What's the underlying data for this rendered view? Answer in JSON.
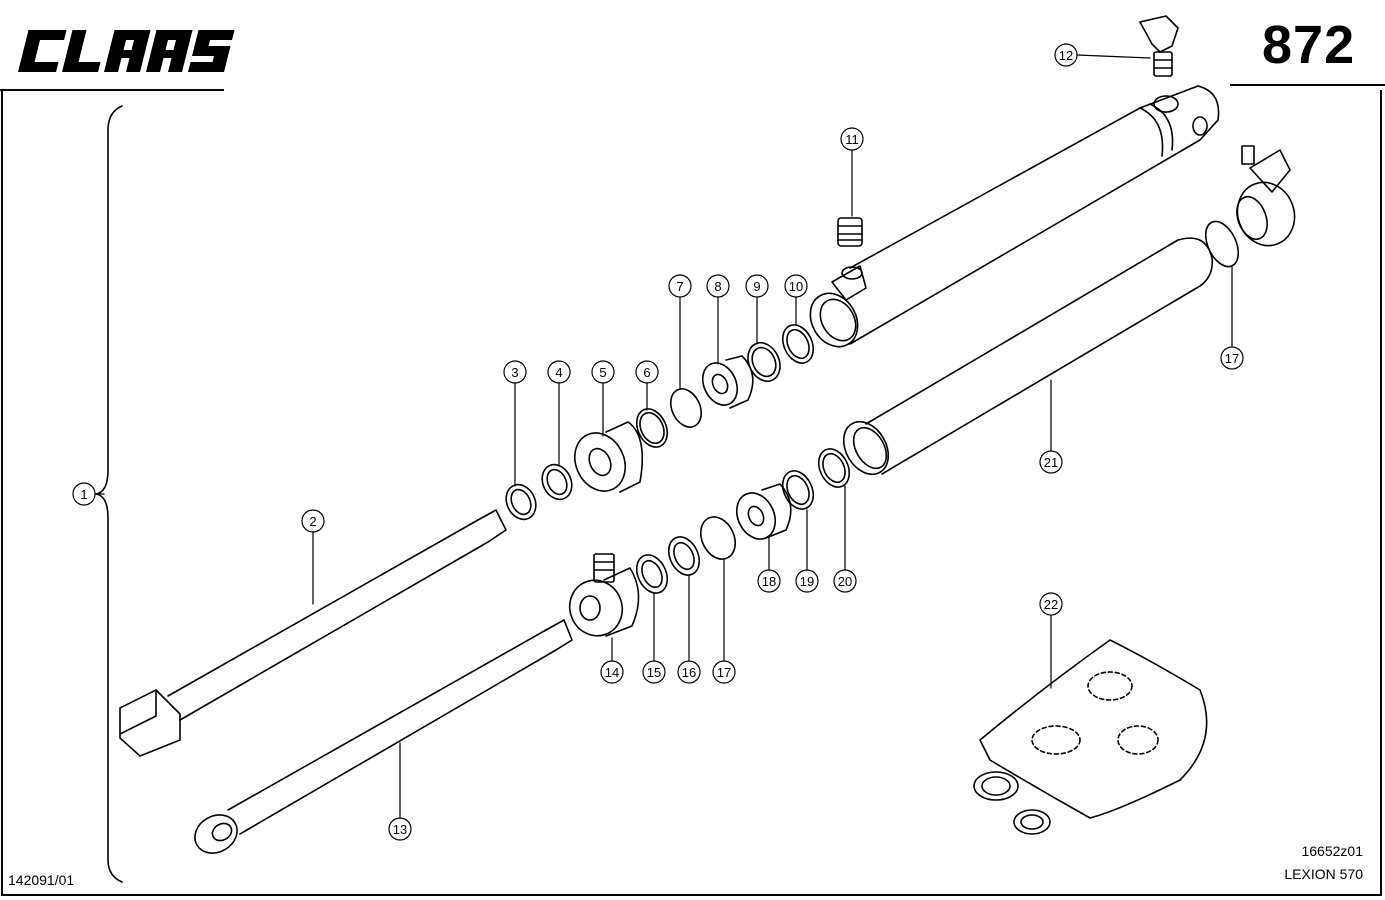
{
  "header": {
    "brand": "CLAAS",
    "page_number": "872"
  },
  "footer": {
    "left_code": "142091/01",
    "drawing_code": "16652z01",
    "model": "LEXION 570"
  },
  "callouts": [
    {
      "id": "c1",
      "label": "1"
    },
    {
      "id": "c2",
      "label": "2"
    },
    {
      "id": "c3",
      "label": "3"
    },
    {
      "id": "c4",
      "label": "4"
    },
    {
      "id": "c5",
      "label": "5"
    },
    {
      "id": "c6",
      "label": "6"
    },
    {
      "id": "c7",
      "label": "7"
    },
    {
      "id": "c8",
      "label": "8"
    },
    {
      "id": "c9",
      "label": "9"
    },
    {
      "id": "c10",
      "label": "10"
    },
    {
      "id": "c11",
      "label": "11"
    },
    {
      "id": "c12",
      "label": "12"
    },
    {
      "id": "c13",
      "label": "13"
    },
    {
      "id": "c14",
      "label": "14"
    },
    {
      "id": "c15",
      "label": "15"
    },
    {
      "id": "c16",
      "label": "16"
    },
    {
      "id": "c17a",
      "label": "17"
    },
    {
      "id": "c17b",
      "label": "17"
    },
    {
      "id": "c18",
      "label": "18"
    },
    {
      "id": "c19",
      "label": "19"
    },
    {
      "id": "c20",
      "label": "20"
    },
    {
      "id": "c21",
      "label": "21"
    },
    {
      "id": "c22",
      "label": "22"
    }
  ]
}
